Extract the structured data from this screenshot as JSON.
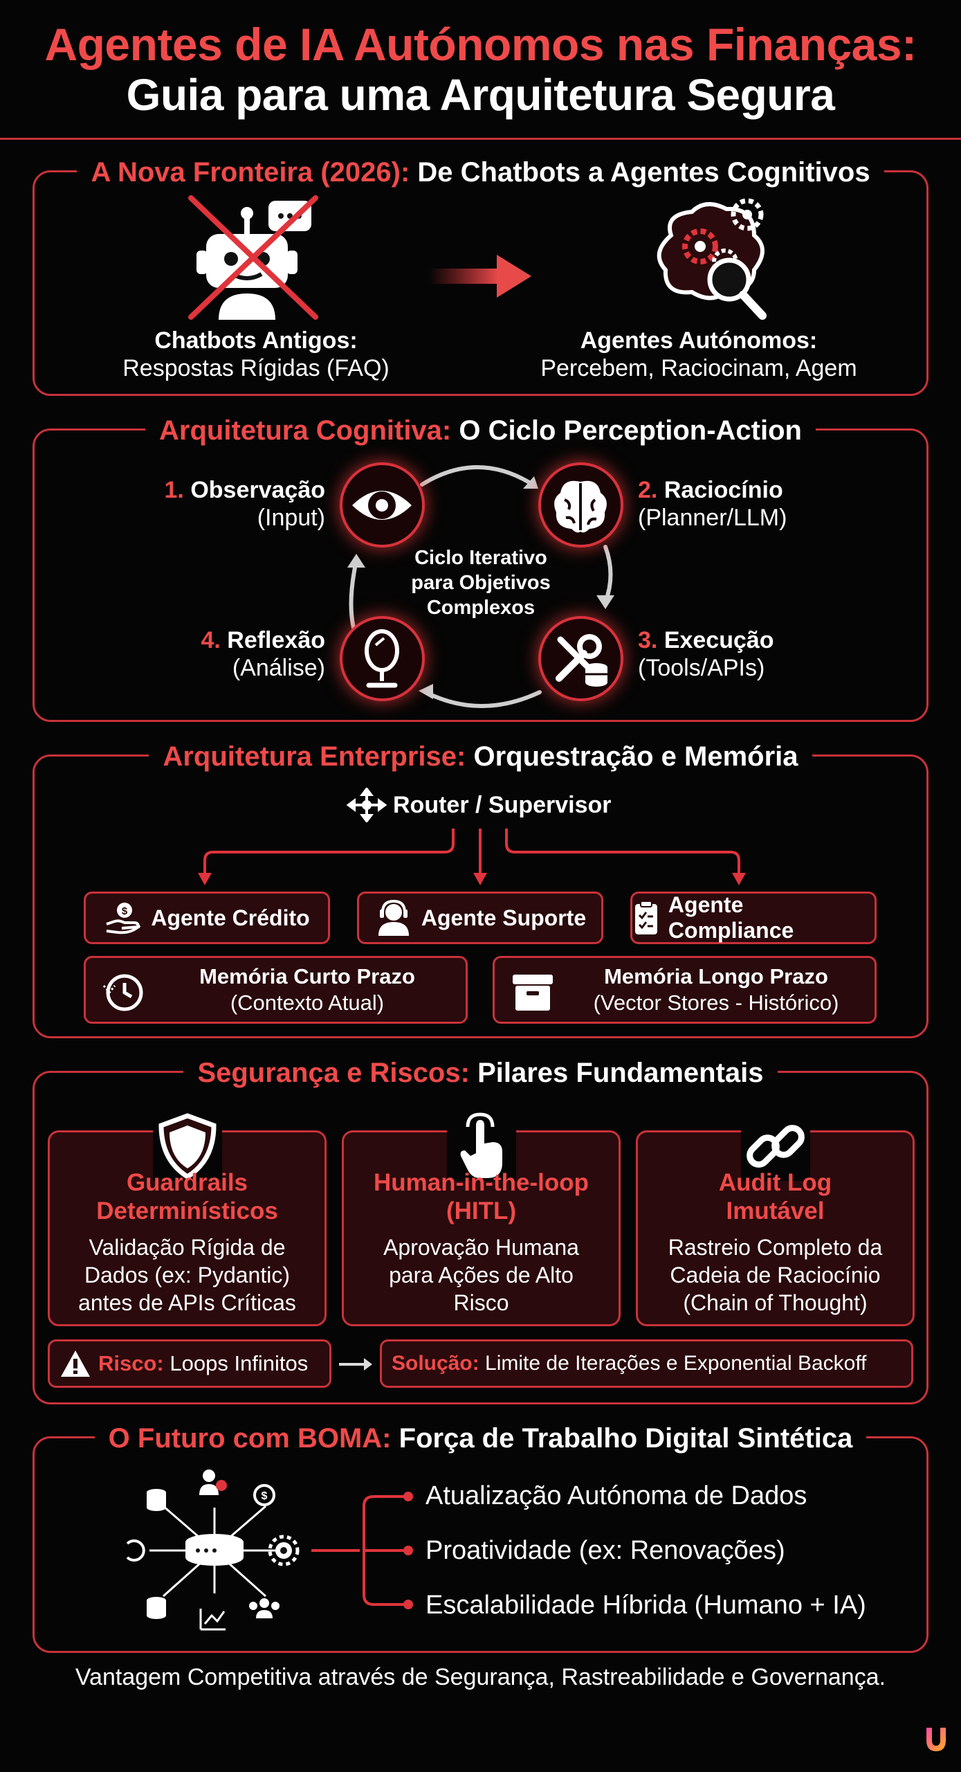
{
  "header": {
    "title_line1": "Agentes de IA Autónomos nas Finanças:",
    "title_line2": "Guia para uma Arquitetura Segura"
  },
  "section1": {
    "title_red": "A Nova Fronteira (2026):",
    "title_white": "De Chatbots a Agentes Cognitivos",
    "left_title": "Chatbots Antigos:",
    "left_desc": "Respostas Rígidas (FAQ)",
    "right_title": "Agentes Autónomos:",
    "right_desc": "Percebem, Raciocinam, Agem"
  },
  "section2": {
    "title_red": "Arquitetura Cognitiva:",
    "title_white": "O Ciclo Perception-Action",
    "center_line1": "Ciclo Iterativo",
    "center_line2": "para Objetivos",
    "center_line3": "Complexos",
    "steps": [
      {
        "num": "1.",
        "name": "Observação",
        "desc": "(Input)"
      },
      {
        "num": "2.",
        "name": "Raciocínio",
        "desc": "(Planner/LLM)"
      },
      {
        "num": "3.",
        "name": "Execução",
        "desc": "(Tools/APIs)"
      },
      {
        "num": "4.",
        "name": "Reflexão",
        "desc": "(Análise)"
      }
    ]
  },
  "section3": {
    "title_red": "Arquitetura Enterprise:",
    "title_white": "Orquestração e Memória",
    "router": "Router / Supervisor",
    "agents": [
      "Agente Crédito",
      "Agente Suporte",
      "Agente Compliance"
    ],
    "memory_short_title": "Memória Curto Prazo",
    "memory_short_desc": "(Contexto Atual)",
    "memory_long_title": "Memória Longo Prazo",
    "memory_long_desc": "(Vector Stores - Histórico)"
  },
  "section4": {
    "title_red": "Segurança e Riscos:",
    "title_white": "Pilares Fundamentais",
    "pillars": [
      {
        "title1": "Guardrails",
        "title2": "Determinísticos",
        "d1": "Validação Rígida de",
        "d2": "Dados (ex: Pydantic)",
        "d3": "antes de APIs Críticas"
      },
      {
        "title1": "Human-in-the-loop",
        "title2": "(HITL)",
        "d1": "Aprovação Humana",
        "d2": "para Ações de Alto",
        "d3": "Risco"
      },
      {
        "title1": "Audit Log",
        "title2": "Imutável",
        "d1": "Rastreio Completo da",
        "d2": "Cadeia de Raciocínio",
        "d3": "(Chain of Thought)"
      }
    ],
    "risk_label": "Risco:",
    "risk_text": "Loops Infinitos",
    "solution_label": "Solução:",
    "solution_text": "Limite de Iterações e Exponential Backoff"
  },
  "section5": {
    "title_red": "O Futuro com BOMA:",
    "title_white": "Força de Trabalho Digital Sintética",
    "bullets": [
      "Atualização Autónoma de Dados",
      "Proatividade (ex: Renovações)",
      "Escalabilidade Híbrida (Humano + IA)"
    ]
  },
  "footer": "Vantagem Competitiva através de Segurança, Rastreabilidade e Governança.",
  "colors": {
    "accent": "#f04a4a",
    "border": "#c8323a",
    "background": "#050505",
    "box_fill": "#2a0a0c"
  }
}
